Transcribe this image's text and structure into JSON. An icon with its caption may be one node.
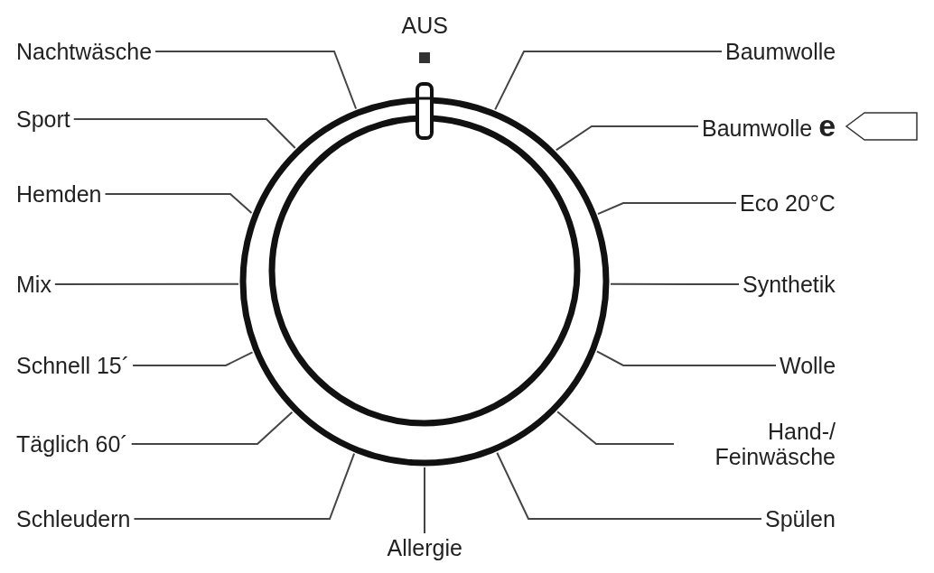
{
  "diagram": {
    "nodes": [
      {
        "text": [],
        "shape": "circle"
      },
      {
        "text": [
          "Nachtwäsche"
        ]
      },
      {
        "text": [
          "Baumwolle"
        ]
      },
      {
        "text": [
          "Sport"
        ]
      },
      {
        "text": [
          "Baumwolle **e**"
        ]
      },
      {
        "text": [
          "Hemden"
        ]
      },
      {
        "text": [
          "Eco 20°C"
        ]
      },
      {
        "text": [
          "Mix"
        ]
      },
      {
        "text": [
          "Synthetik"
        ]
      },
      {
        "text": [
          "Schnell 15´"
        ]
      },
      {
        "text": [
          "Wolle"
        ]
      },
      {
        "text": [
          "Täglich 60´"
        ]
      },
      {
        "text": [
          "Hand-/ Feinwäsche"
        ]
      },
      {
        "text": [
          "Schleudern"
        ]
      },
      {
        "text": [
          "Spülen"
        ]
      },
      {
        "text": [
          "Allergie"
        ]
      }
    ],
    "edges": [
      {
        "from": 1,
        "to": 0,
        "arrow": "none"
      },
      {
        "from": 2,
        "to": 0,
        "arrow": "none"
      },
      {
        "from": 3,
        "to": 0,
        "arrow": "none"
      },
      {
        "from": 4,
        "to": 0,
        "arrow": "none"
      },
      {
        "from": 5,
        "to": 0,
        "arrow": "none"
      },
      {
        "from": 6,
        "to": 0,
        "arrow": "none"
      },
      {
        "from": 7,
        "to": 0,
        "arrow": "none"
      },
      {
        "from": 8,
        "to": 0,
        "arrow": "none"
      },
      {
        "from": 9,
        "to": 0,
        "arrow": "none"
      },
      {
        "from": 10,
        "to": 0,
        "arrow": "none"
      },
      {
        "from": 11,
        "to": 0,
        "arrow": "none"
      },
      {
        "from": 12,
        "to": 0,
        "arrow": "none"
      },
      {
        "from": 13,
        "to": 0,
        "arrow": "none"
      },
      {
        "from": 14,
        "to": 0,
        "arrow": "none"
      },
      {
        "from": 15,
        "to": 0,
        "arrow": "none"
      }
    ],
    "labels": [
      "AUS"
    ]
  }
}
